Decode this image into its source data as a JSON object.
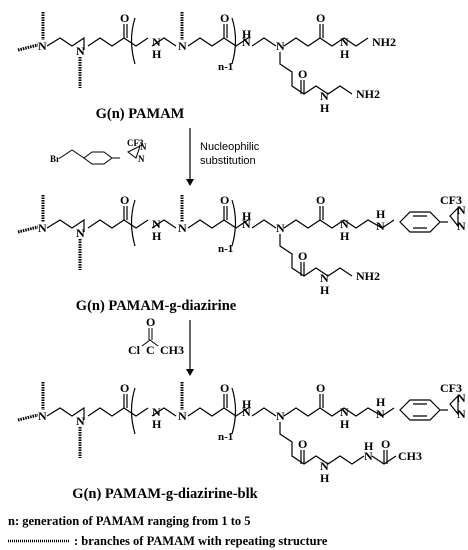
{
  "structures": [
    {
      "label": "G(n) PAMAM",
      "atoms": {
        "n1": "N",
        "n2": "N",
        "o1": "O",
        "nh1": "N",
        "h1": "H",
        "n3": "N",
        "o2": "O",
        "nh2": "N",
        "h2": "H",
        "rep": "n-1",
        "n4": "N",
        "o3": "O",
        "nh3": "N",
        "h3": "H",
        "t1": "NH2",
        "o4": "O",
        "nh4": "N",
        "h4": "H",
        "t2": "NH2"
      }
    },
    {
      "label": "G(n) PAMAM-g-diazirine",
      "atoms": {
        "n1": "N",
        "n2": "N",
        "o1": "O",
        "nh1": "N",
        "h1": "H",
        "n3": "N",
        "o2": "O",
        "nh2": "N",
        "h2": "H",
        "rep": "n-1",
        "n4": "N",
        "o3": "O",
        "nh3": "N",
        "h3": "H",
        "hn": "H",
        "nn": "N",
        "cf3": "CF3",
        "dn1": "N",
        "dn2": "N",
        "o4": "O",
        "nh4": "N",
        "h4": "H",
        "t2": "NH2"
      }
    },
    {
      "label": "G(n) PAMAM-g-diazirine-blk",
      "atoms": {
        "n1": "N",
        "n2": "N",
        "o1": "O",
        "nh1": "N",
        "h1": "H",
        "n3": "N",
        "o2": "O",
        "nh2": "N",
        "h2": "H",
        "rep": "n-1",
        "n4": "N",
        "o3": "O",
        "nh3": "N",
        "h3": "H",
        "hn": "H",
        "nn": "N",
        "cf3": "CF3",
        "dn1": "N",
        "dn2": "N",
        "o4": "O",
        "nh4": "N",
        "h4": "H",
        "nac": "N",
        "hac": "H",
        "oac": "O",
        "ch3": "CH3"
      }
    }
  ],
  "reactions": [
    {
      "text_line1": "Nucleophilic",
      "text_line2": "substitution",
      "reagent": {
        "br": "Br",
        "cf3": "CF3",
        "dn1": "N",
        "dn2": "N"
      }
    },
    {
      "reagent": {
        "o": "O",
        "cl": "Cl",
        "c": "C",
        "ch3": "CH3"
      }
    }
  ],
  "footnotes": {
    "n_definition": "n: generation of PAMAM ranging from 1 to 5",
    "branch_definition": ": branches of PAMAM with repeating structure"
  }
}
